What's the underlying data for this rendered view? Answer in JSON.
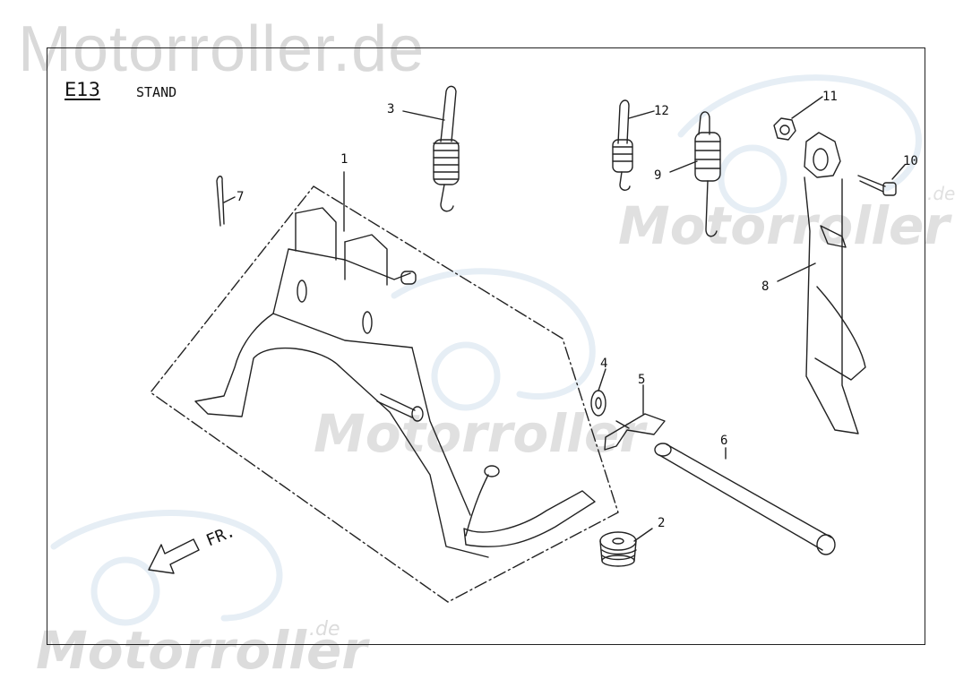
{
  "watermarks": {
    "top": "Motorroller.de",
    "bottom": "Motorroller",
    "bottom_suffix": ".de",
    "middle": "Motorroller",
    "right": "Motorroller",
    "right_suffix": ".de"
  },
  "diagram": {
    "code": "E13",
    "section": "STAND",
    "direction_label": "FR."
  },
  "callouts": [
    "1",
    "2",
    "3",
    "4",
    "5",
    "6",
    "7",
    "8",
    "9",
    "10",
    "11",
    "12"
  ],
  "colors": {
    "line": "#222222",
    "watermark": "#d9d9d9",
    "background": "#ffffff"
  }
}
